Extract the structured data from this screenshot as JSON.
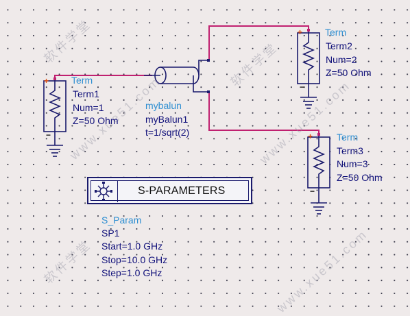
{
  "term1": {
    "type": "Term",
    "name": "Term1",
    "num": "Num=1",
    "z": "Z=50 Ohm"
  },
  "term2": {
    "type": "Term",
    "name": "Term2",
    "num": "Num=2",
    "z": "Z=50 Ohm"
  },
  "term3": {
    "type": "Term",
    "name": "Term3",
    "num": "Num=3",
    "z": "Z=50 Ohm"
  },
  "balun": {
    "type": "mybalun",
    "name": "myBalun1",
    "param": "t=1/sqrt(2)"
  },
  "sparam": {
    "title": "S-PARAMETERS",
    "type": "S_Param",
    "name": "SP1",
    "start": "Start=1.0 GHz",
    "stop": "Stop=10.0 GHz",
    "step": "Step=1.0 GHz"
  },
  "pins": {
    "plus": "+",
    "minus": "−"
  },
  "icons": {
    "sparam": "s-parameter-simulation-icon",
    "ground": "ground-icon",
    "resistor": "resistor-icon"
  },
  "colors": {
    "wire": "#c02070",
    "component": "#1a1a6c",
    "label_type": "#2f8fd2",
    "label_text": "#10107a"
  },
  "watermarks": [
    "软件学堂",
    "www.xue51.com",
    "软件学堂",
    "www.xue51.com",
    "软件学堂",
    "www.xue51.com"
  ]
}
